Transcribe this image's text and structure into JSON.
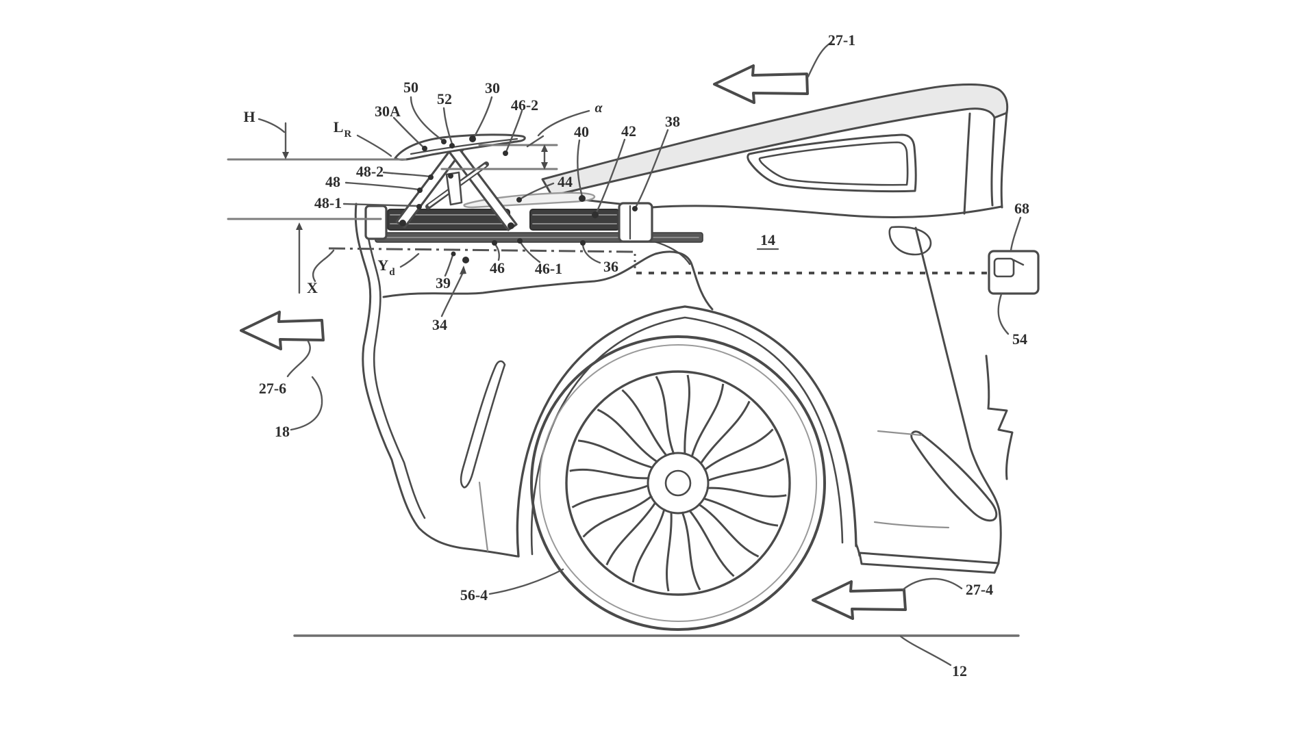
{
  "figure": {
    "kind": "patent line drawing",
    "subject": "vehicle rear quarter with deployable rear spoiler mechanism, rear wheel, airflow arrows and ground line"
  },
  "colors": {
    "line": "#4a4a4a",
    "light_line": "#909090",
    "label": "#2e2e2e",
    "spoiler_fill": "#3d3d3d",
    "spoiler_strip_fill": "#585858",
    "sail_band_fill": "#e9e9e9",
    "background": "#ffffff"
  },
  "labels": {
    "h": {
      "text": "H"
    },
    "lr": {
      "main": "L",
      "sub": "R"
    },
    "n30a": {
      "text": "30A"
    },
    "n50": {
      "text": "50"
    },
    "n52": {
      "text": "52"
    },
    "n30": {
      "text": "30"
    },
    "n46_2": {
      "text": "46-2"
    },
    "alpha": {
      "text": "α"
    },
    "n40": {
      "text": "40"
    },
    "n42": {
      "text": "42"
    },
    "n38": {
      "text": "38"
    },
    "n48_2": {
      "text": "48-2"
    },
    "n48": {
      "text": "48"
    },
    "n48_1": {
      "text": "48-1"
    },
    "n44": {
      "text": "44"
    },
    "n14": {
      "text": "14"
    },
    "n68": {
      "text": "68"
    },
    "n54": {
      "text": "54"
    },
    "x": {
      "text": "X"
    },
    "yd": {
      "main": "Y",
      "sub": "d"
    },
    "n39": {
      "text": "39"
    },
    "n46": {
      "text": "46"
    },
    "n46_1": {
      "text": "46-1"
    },
    "n36": {
      "text": "36"
    },
    "n34": {
      "text": "34"
    },
    "n27_6": {
      "text": "27-6"
    },
    "n18": {
      "text": "18"
    },
    "n56_4": {
      "text": "56-4"
    },
    "n27_4": {
      "text": "27-4"
    },
    "n12": {
      "text": "12"
    },
    "n27_1": {
      "text": "27-1"
    }
  }
}
